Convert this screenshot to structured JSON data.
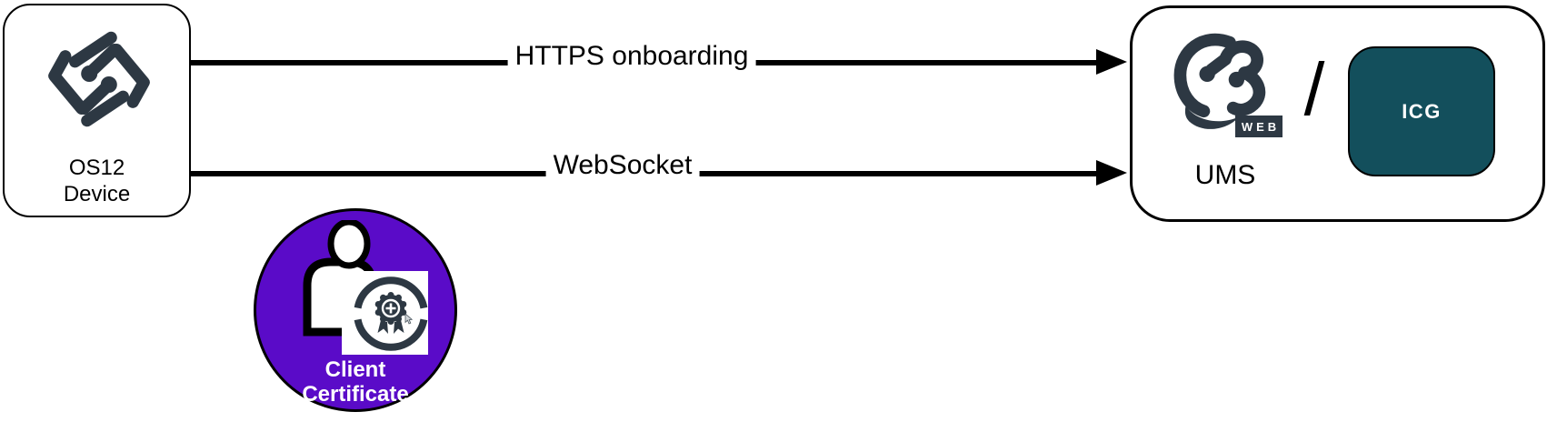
{
  "colors": {
    "logo_dark": "#2d3843",
    "certificate_purple": "#5a0bc8",
    "icg_teal": "#134f5c",
    "arrow_black": "#000000"
  },
  "device_box": {
    "line1": "OS12",
    "line2": "Device"
  },
  "arrows": [
    {
      "label": "HTTPS onboarding"
    },
    {
      "label": "WebSocket"
    }
  ],
  "ums_box": {
    "web_badge": "WEB",
    "separator": "/",
    "icg": "ICG",
    "label": "UMS"
  },
  "certificate": {
    "line1": "Client",
    "line2": "Certificate"
  }
}
